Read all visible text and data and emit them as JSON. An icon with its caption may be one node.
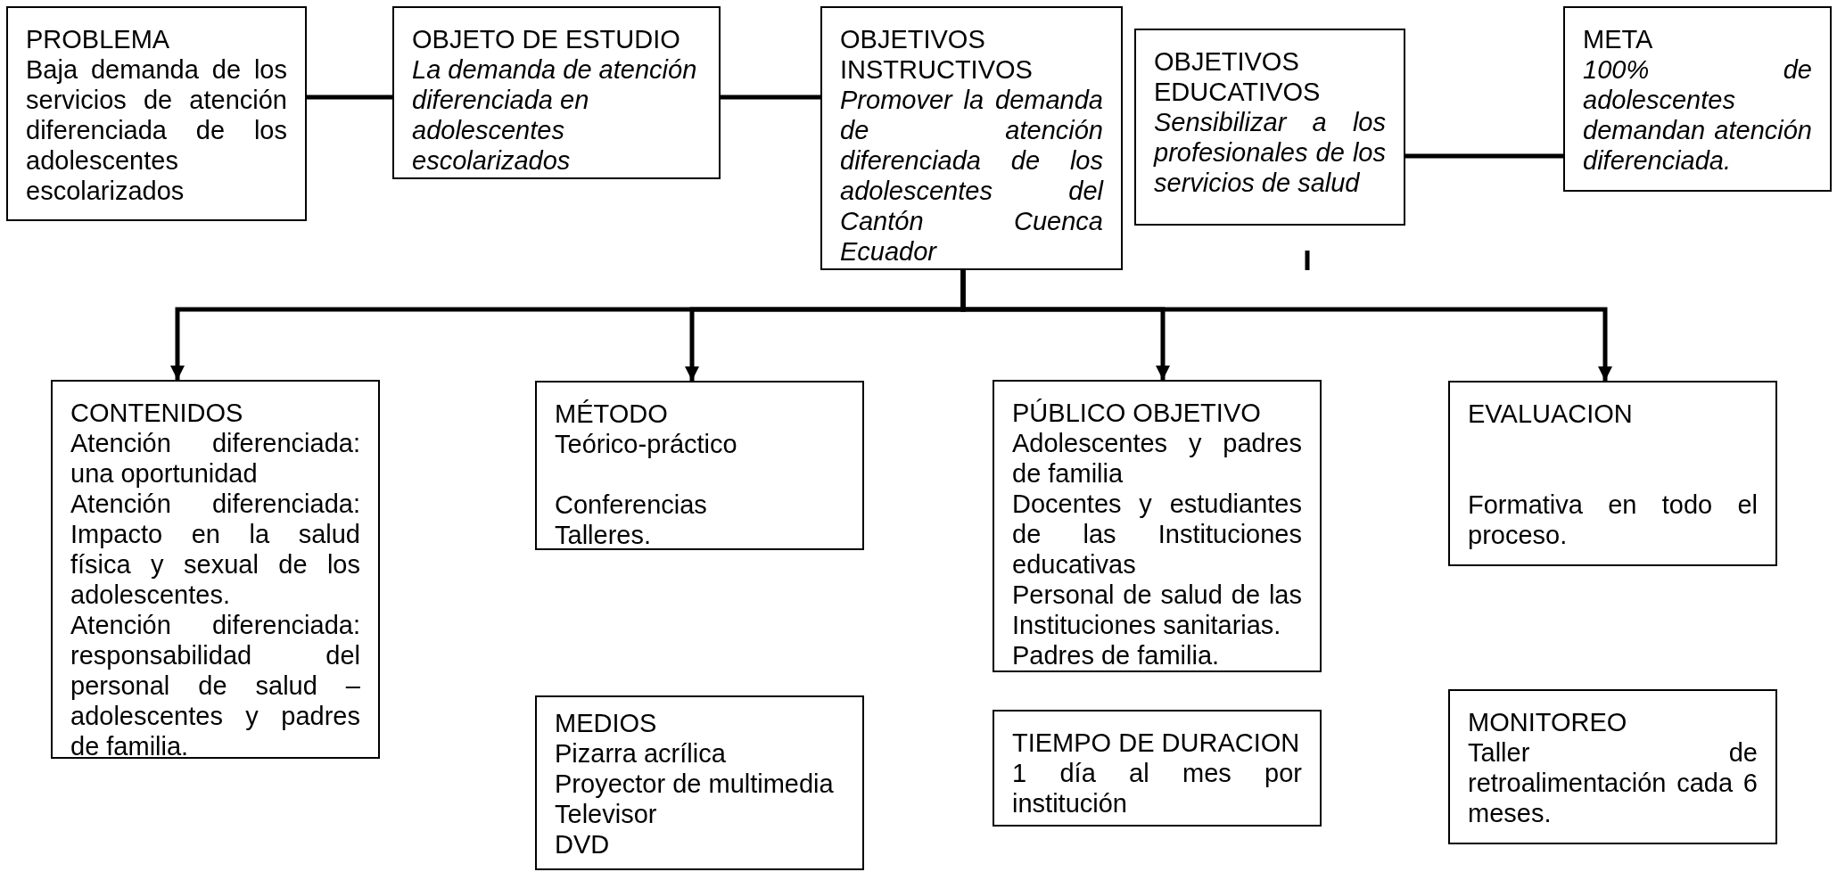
{
  "diagram": {
    "nodes": [
      {
        "text": [
          "PROBLEMA",
          "Baja demanda de los servicios de atención diferenciada de los adolescentes escolarizados"
        ]
      },
      {
        "text": [
          "OBJETO DE ESTUDIO",
          "La demanda de atención diferenciada en adolescentes escolarizados"
        ]
      },
      {
        "text": [
          "OBJETIVOS INSTRUCTIVOS",
          "Promover la demanda de atención diferenciada de los adolescentes del Cantón Cuenca Ecuador"
        ]
      },
      {
        "text": [
          "OBJETIVOS EDUCATIVOS",
          "Sensibilizar a los profesionales de los servicios de salud"
        ]
      },
      {
        "text": [
          "META",
          "100% de adolescentes demandan atención diferenciada."
        ]
      },
      {
        "text": [
          "CONTENIDOS",
          "Atención diferenciada: una oportunidad",
          "Atención diferenciada: Impacto en la salud física y sexual de los adolescentes.",
          "Atención diferenciada: responsabilidad del personal de salud – adolescentes y padres de familia."
        ]
      },
      {
        "text": [
          "MÉTODO",
          "Teórico-práctico",
          "Conferencias",
          "Talleres."
        ]
      },
      {
        "text": [
          "PÚBLICO OBJETIVO",
          "Adolescentes y padres de familia",
          "Docentes y estudiantes de las Instituciones educativas",
          "Personal de salud de las Instituciones sanitarias.",
          "Padres de familia."
        ]
      },
      {
        "text": [
          "EVALUACION",
          "Formativa en todo el proceso."
        ]
      },
      {
        "text": [
          "MEDIOS",
          "Pizarra acrílica",
          "Proyector de multimedia",
          "Televisor",
          "DVD"
        ]
      },
      {
        "text": [
          "TIEMPO DE DURACION",
          "1 día al mes por institución"
        ]
      },
      {
        "text": [
          "MONITOREO",
          "Taller de retroalimentación cada 6 meses."
        ]
      }
    ],
    "edges": [
      {
        "from": 0,
        "to": 1,
        "arrow": "none"
      },
      {
        "from": 1,
        "to": 2,
        "arrow": "none"
      },
      {
        "from": 3,
        "to": 4,
        "arrow": "none"
      },
      {
        "from": 2,
        "to": 5,
        "arrow": "to"
      },
      {
        "from": 2,
        "to": 6,
        "arrow": "to"
      },
      {
        "from": 2,
        "to": 7,
        "arrow": "to"
      },
      {
        "from": 2,
        "to": 8,
        "arrow": "to"
      }
    ]
  }
}
